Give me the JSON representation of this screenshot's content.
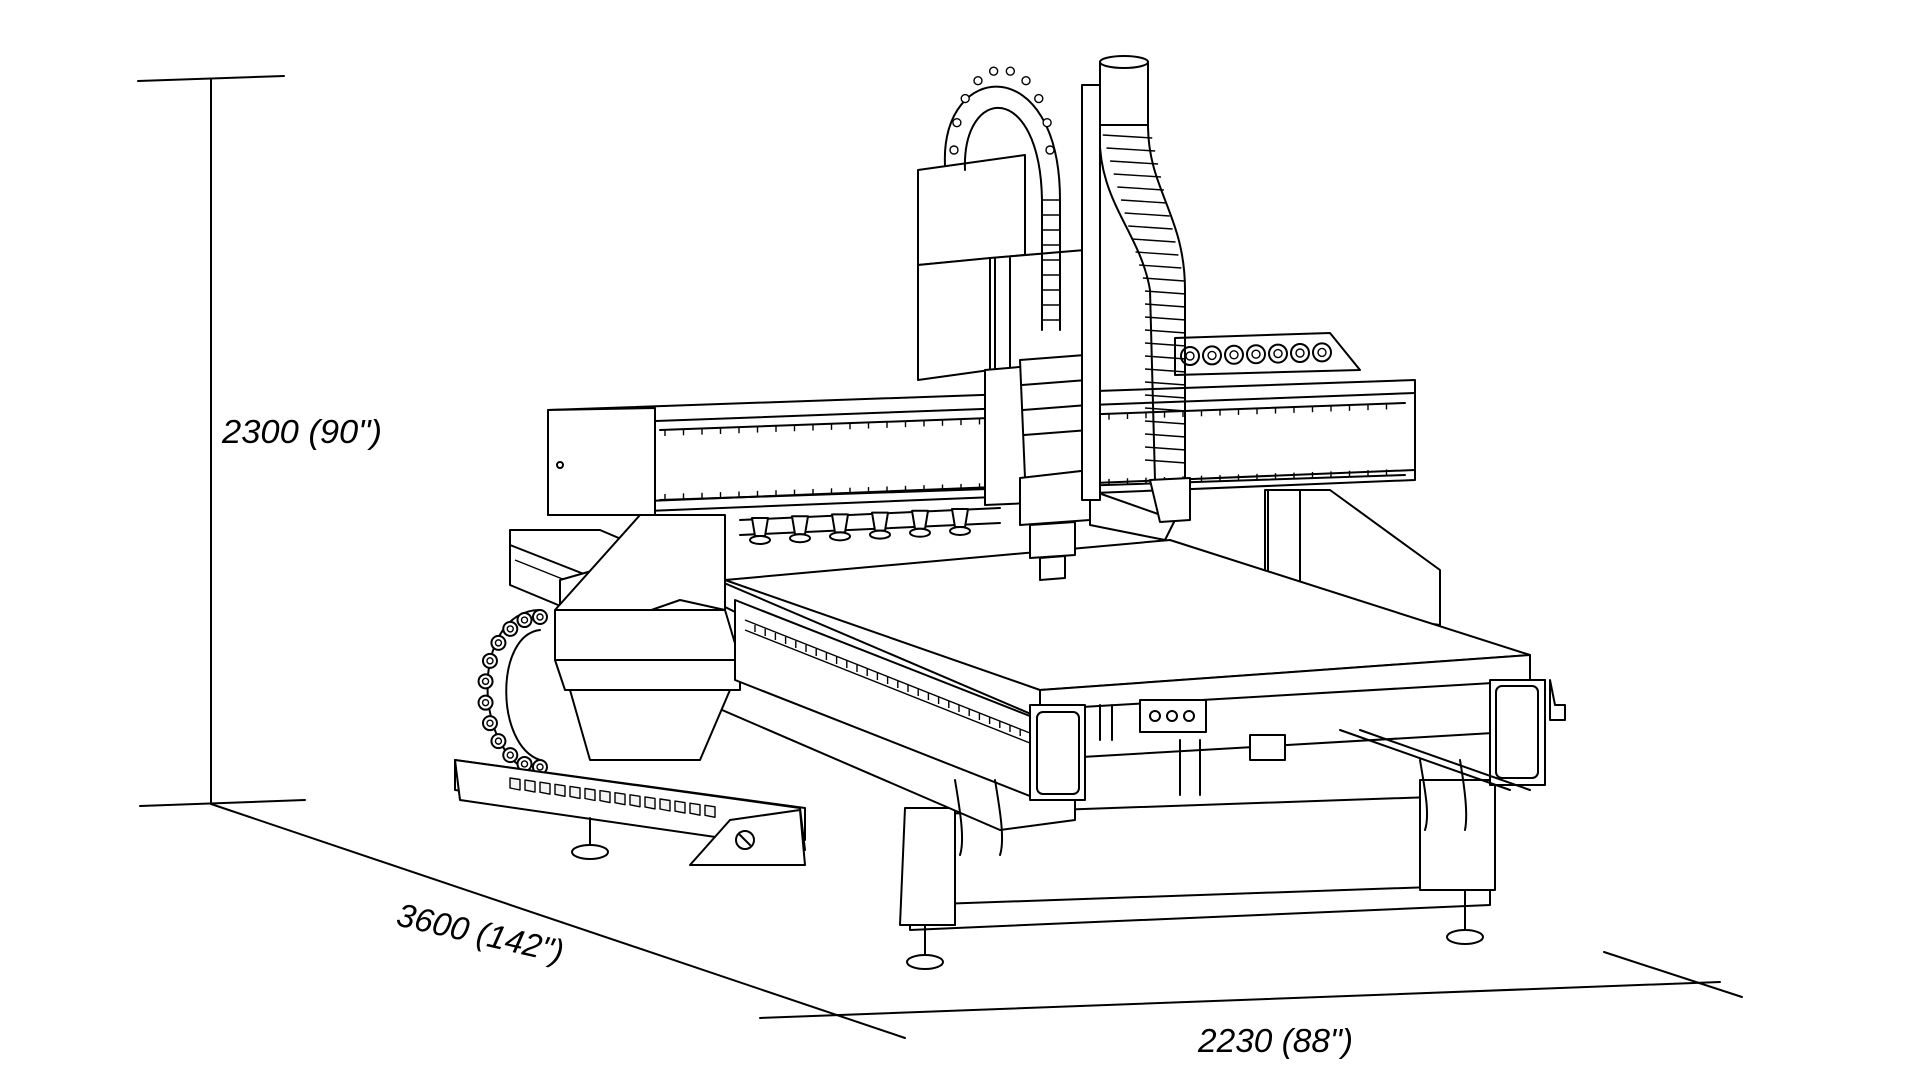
{
  "dimensions": {
    "height_label": "2300 (90\")",
    "depth_label": "3600 (142\")",
    "width_label": "2230 (88\")"
  }
}
